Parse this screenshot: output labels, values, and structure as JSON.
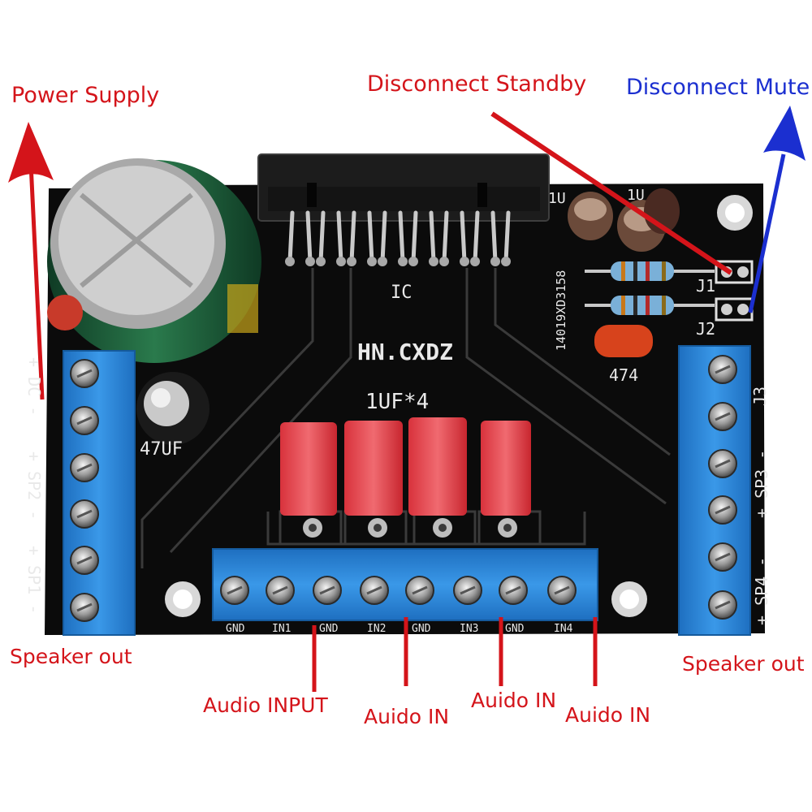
{
  "colors": {
    "annotation_red": "#d4141a",
    "annotation_blue": "#1b2fd0",
    "pcb_black": "#0b0b0b",
    "terminal_blue": "#2e86d6",
    "capacitor_red": "#e0404a",
    "electrolytic_green": "#1f5a3a"
  },
  "annotations": {
    "power_supply": "Power Supply",
    "disconnect_standby": "Disconnect Standby",
    "disconnect_mute": "Disconnect Mute",
    "speaker_out_left": "Speaker out",
    "speaker_out_right": "Speaker out",
    "audio_input": "Audio INPUT",
    "auido_in_1": "Auido IN",
    "auido_in_2": "Auido IN",
    "auido_in_3": "Auido IN"
  },
  "silkscreen": {
    "ic": "IC",
    "brand": "HN.CXDZ",
    "caps": "1UF*4",
    "cap_small": "47UF",
    "j1": "J1",
    "j2": "J2",
    "j3": "J3",
    "cap_474": "474",
    "serial": "14019XD3158",
    "cap_1u_a": "1U",
    "cap_1u_b": "1U",
    "left_terminal_labels": [
      "+ DC -",
      "+ SP2 -",
      "+ SP1 -"
    ],
    "right_terminal_labels": [
      "+ SP3 -",
      "+ SP4 -"
    ],
    "bottom_terminal_labels": [
      "GND",
      "IN1",
      "GND",
      "IN2",
      "GND",
      "IN3",
      "GND",
      "IN4"
    ]
  },
  "icons": {
    "power_arrow": "arrow-up-icon",
    "mute_arrow": "arrow-up-icon"
  }
}
